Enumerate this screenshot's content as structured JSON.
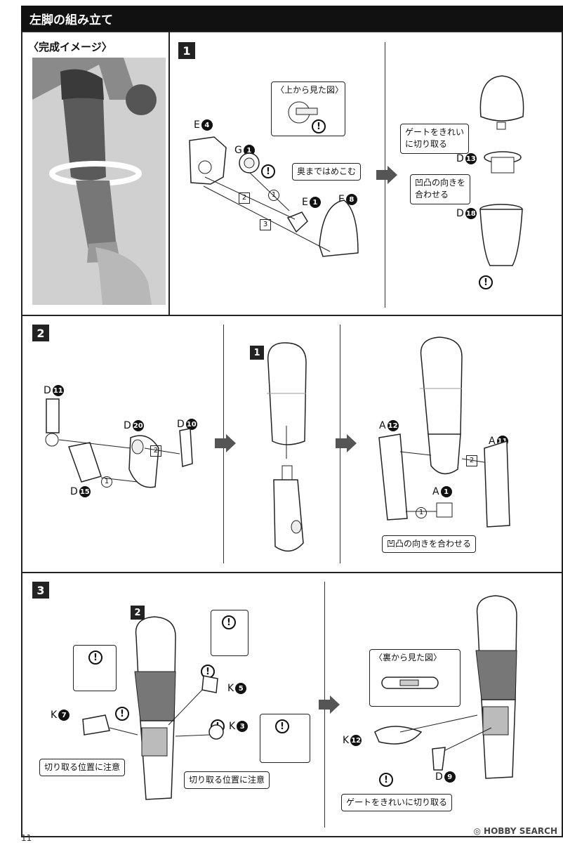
{
  "header": {
    "title": "左脚の組み立て"
  },
  "preview": {
    "label": "〈完成イメージ〉"
  },
  "step1": {
    "num": "1",
    "topview": "〈上から見た図〉",
    "insert_note": "奥まではめこむ",
    "gate_note_line1": "ゲートをきれい",
    "gate_note_line2": "に切り取る",
    "align_note_line1": "凹凸の向きを",
    "align_note_line2": "合わせる",
    "parts": {
      "e4": {
        "letter": "E",
        "num": "4"
      },
      "g1": {
        "letter": "G",
        "num": "1"
      },
      "e1": {
        "letter": "E",
        "num": "1"
      },
      "e8": {
        "letter": "E",
        "num": "8"
      },
      "d13": {
        "letter": "D",
        "num": "13"
      },
      "d18": {
        "letter": "D",
        "num": "18"
      }
    },
    "order": [
      "1",
      "2",
      "3"
    ]
  },
  "step2": {
    "num": "2",
    "substep": "1",
    "align_note": "凹凸の向きを合わせる",
    "parts": {
      "d11": {
        "letter": "D",
        "num": "11"
      },
      "d20": {
        "letter": "D",
        "num": "20"
      },
      "d10": {
        "letter": "D",
        "num": "10"
      },
      "d15": {
        "letter": "D",
        "num": "15"
      },
      "a12": {
        "letter": "A",
        "num": "12"
      },
      "a11": {
        "letter": "A",
        "num": "11"
      },
      "a1": {
        "letter": "A",
        "num": "1"
      }
    },
    "order": [
      "1",
      "2"
    ]
  },
  "step3": {
    "num": "3",
    "substep": "2",
    "backview": "〈裏から見た図〉",
    "cut_note": "切り取る位置に注意",
    "gate_note": "ゲートをきれいに切り取る",
    "parts": {
      "k7": {
        "letter": "K",
        "num": "7"
      },
      "k5": {
        "letter": "K",
        "num": "5"
      },
      "k3": {
        "letter": "K",
        "num": "3"
      },
      "k12": {
        "letter": "K",
        "num": "12"
      },
      "d9": {
        "letter": "D",
        "num": "9"
      }
    }
  },
  "footer": {
    "brand": "HOBBY SEARCH",
    "page": "11"
  },
  "icons": {
    "warning": "!"
  }
}
